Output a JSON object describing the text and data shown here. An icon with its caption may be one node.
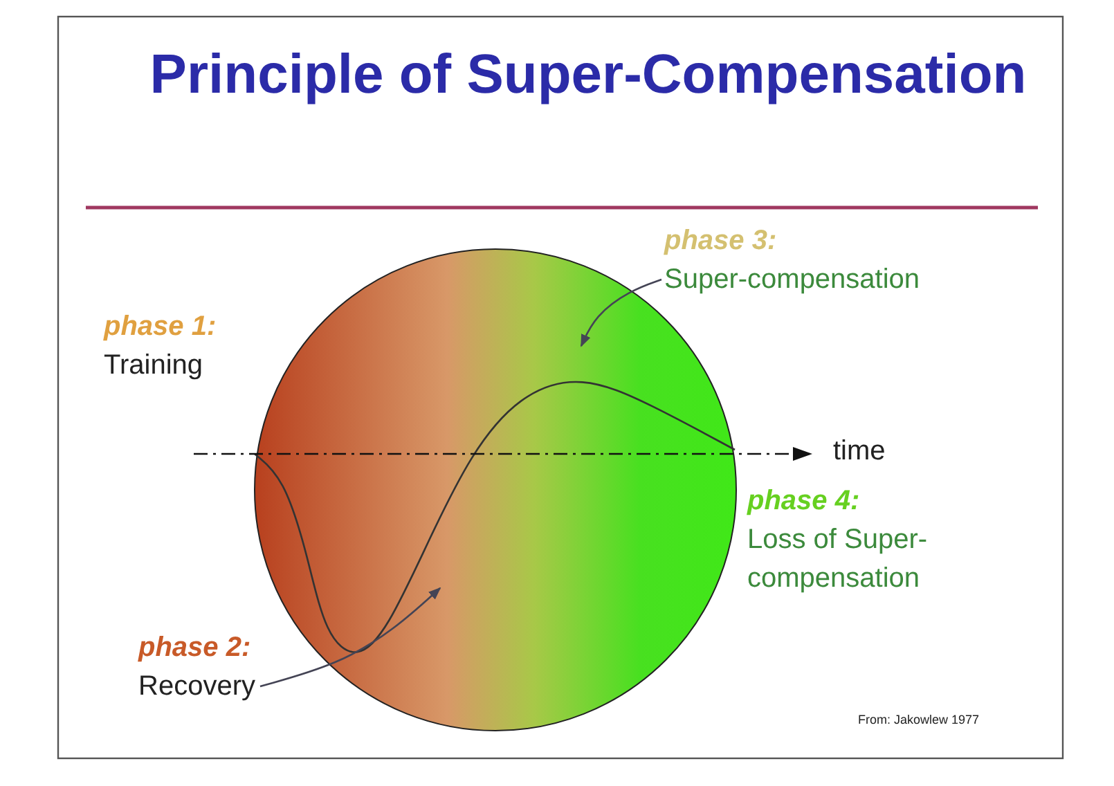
{
  "diagram": {
    "title": "Principle of Super-Compensation",
    "nodes": [
      {
        "text": [
          "phase 1:",
          "Training"
        ]
      },
      {
        "text": [
          "phase 2:",
          "Recovery"
        ]
      },
      {
        "text": [
          "phase 3:",
          "Super-compensation"
        ]
      },
      {
        "text": [
          "phase 4:",
          "Loss of Super-compensation"
        ]
      }
    ],
    "edges": [
      {
        "from": 2,
        "to": null,
        "arrow": "to"
      },
      {
        "from": 1,
        "to": null,
        "arrow": "to"
      }
    ],
    "labels": [
      "time",
      "From: Jakowlew 1977"
    ]
  }
}
